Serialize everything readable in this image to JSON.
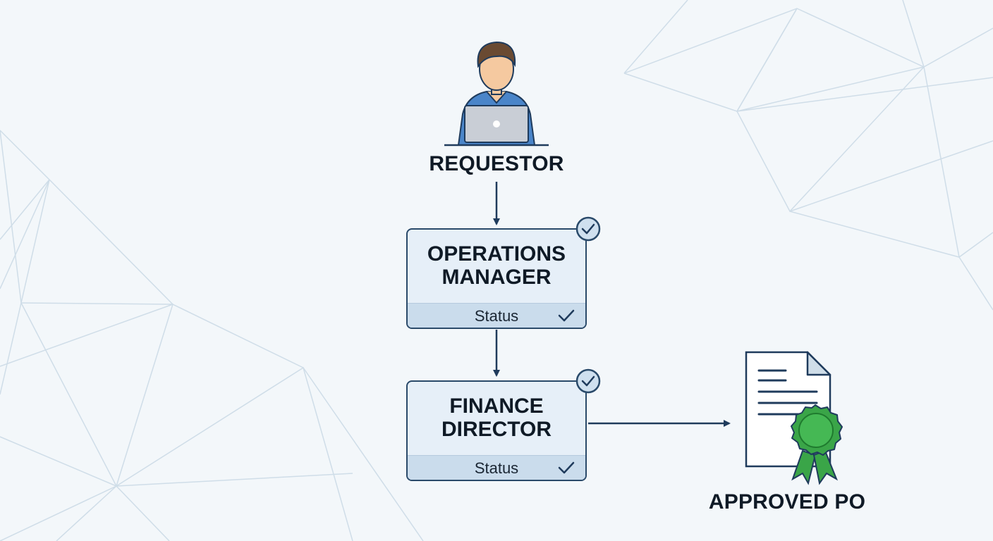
{
  "nodes": {
    "requestor": {
      "label": "REQUESTOR"
    },
    "operations_manager": {
      "title_lines": [
        "OPERATIONS",
        "MANAGER"
      ],
      "status_label": "Status"
    },
    "finance_director": {
      "title_lines": [
        "FINANCE",
        "DIRECTOR"
      ],
      "status_label": "Status"
    },
    "approved_po": {
      "label": "APPROVED PO"
    }
  },
  "colors": {
    "background": "#f3f7fa",
    "node_fill": "#e6eff8",
    "status_fill": "#cadcec",
    "border": "#2a4a6a",
    "arrow": "#1f3b5c",
    "person_shirt": "#4a85c9",
    "ribbon_green": "#3aa548"
  },
  "icons": {
    "requestor": "person-at-laptop-icon",
    "approved_po": "certificate-document-icon",
    "approval_badge": "check-circle-icon",
    "status": "checkmark-icon"
  }
}
